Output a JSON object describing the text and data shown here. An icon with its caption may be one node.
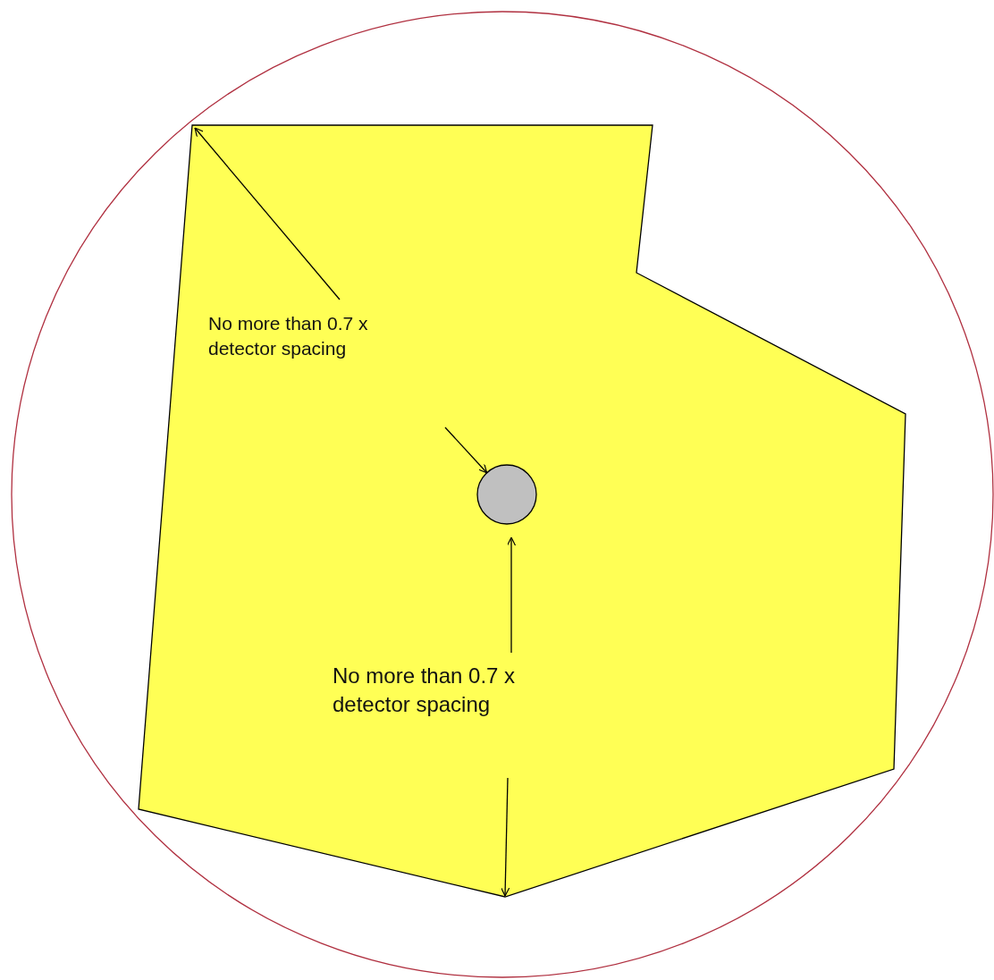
{
  "diagram": {
    "nodes": [
      {
        "text": [],
        "shape": "circle"
      },
      {
        "text": [],
        "shape": "polygon",
        "in": 0
      },
      {
        "text": [],
        "shape": "circle",
        "in": 1
      }
    ],
    "edges": [
      {
        "from": null,
        "to": 2,
        "arrow": "to"
      }
    ],
    "labels": [
      "No more than 0.7 x detector spacing",
      "No more than 0.7 x detector spacing"
    ]
  }
}
